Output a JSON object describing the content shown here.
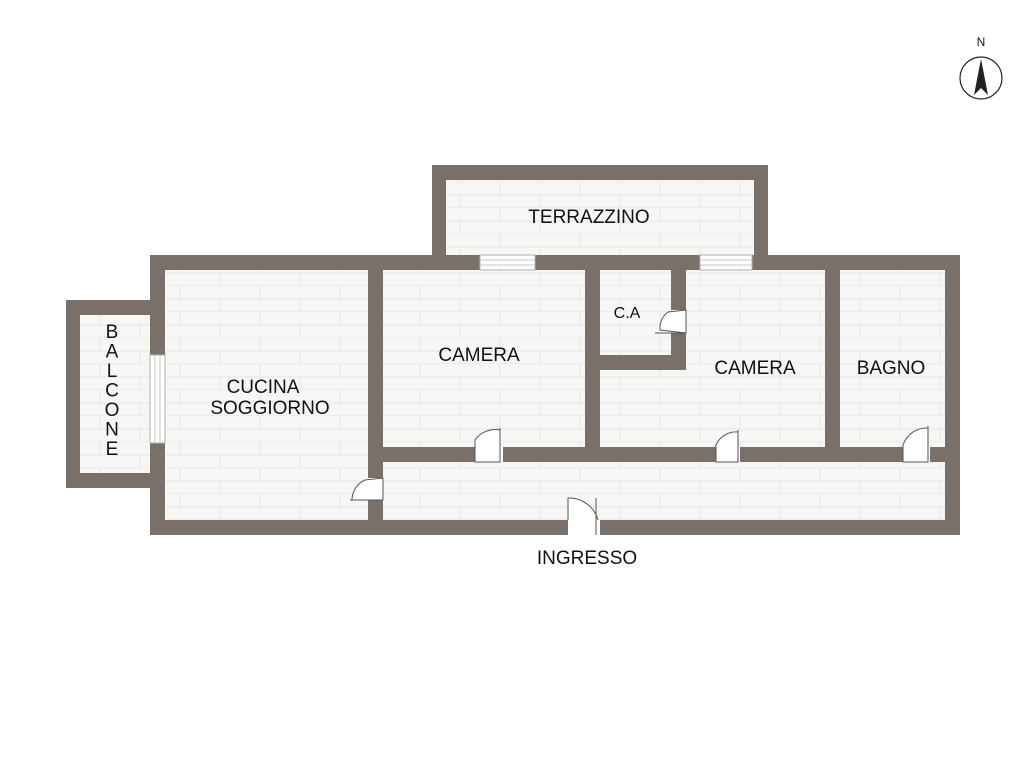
{
  "compass": {
    "label": "N",
    "icon": "north-arrow-icon"
  },
  "rooms": {
    "terrazzino": "TERRAZZINO",
    "cucina_soggiorno_line1": "CUCINA",
    "cucina_soggiorno_line2": "SOGGIORNO",
    "camera_1": "CAMERA",
    "ca": "C.A",
    "camera_2": "CAMERA",
    "bagno": "BAGNO",
    "balcone_letters": [
      "B",
      "A",
      "L",
      "C",
      "O",
      "N",
      "E"
    ],
    "ingresso": "INGRESSO"
  },
  "colors": {
    "wall": "#7a706a",
    "floor": "#f5f5f3",
    "plank_line": "#e2e2df",
    "text": "#111111"
  }
}
